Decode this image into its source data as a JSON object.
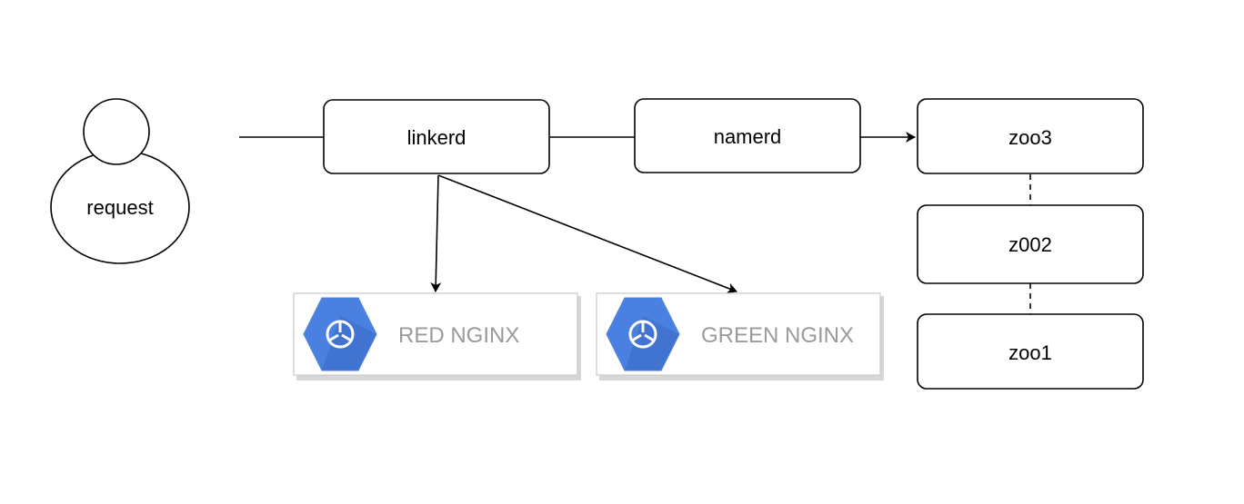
{
  "diagram": {
    "actor": {
      "label": "request"
    },
    "nodes": {
      "linkerd": "linkerd",
      "namerd": "namerd",
      "zoo3": "zoo3",
      "z002": "z002",
      "zoo1": "zoo1"
    },
    "services": {
      "red": {
        "label": "RED NGINX",
        "icon": "kubernetes-engine-hexagon-icon"
      },
      "green": {
        "label": "GREEN NGINX",
        "icon": "kubernetes-engine-hexagon-icon"
      }
    }
  },
  "colors": {
    "stroke": "#000000",
    "icon_blue": "#4a80e0",
    "icon_shadow": "#3a67c2",
    "card_border": "#cfcfcf",
    "card_shadow": "#d6d6d6",
    "service_text": "#9a9a9a"
  }
}
